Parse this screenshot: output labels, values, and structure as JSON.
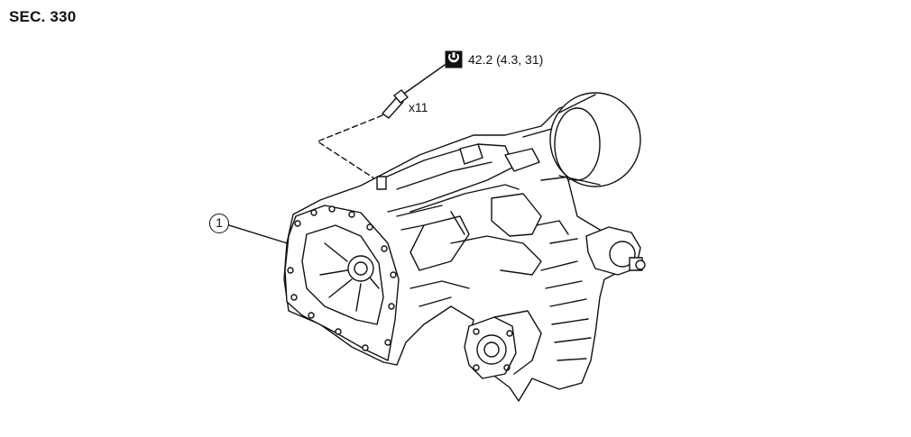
{
  "section": "SEC. 330",
  "torque_spec": "42.2 (4.3, 31)",
  "bolt_quantity": "x11",
  "callout_1": "1",
  "icons": {
    "torque": "torque-wrench-icon"
  },
  "colors": {
    "line": "#111111",
    "background": "#ffffff"
  }
}
